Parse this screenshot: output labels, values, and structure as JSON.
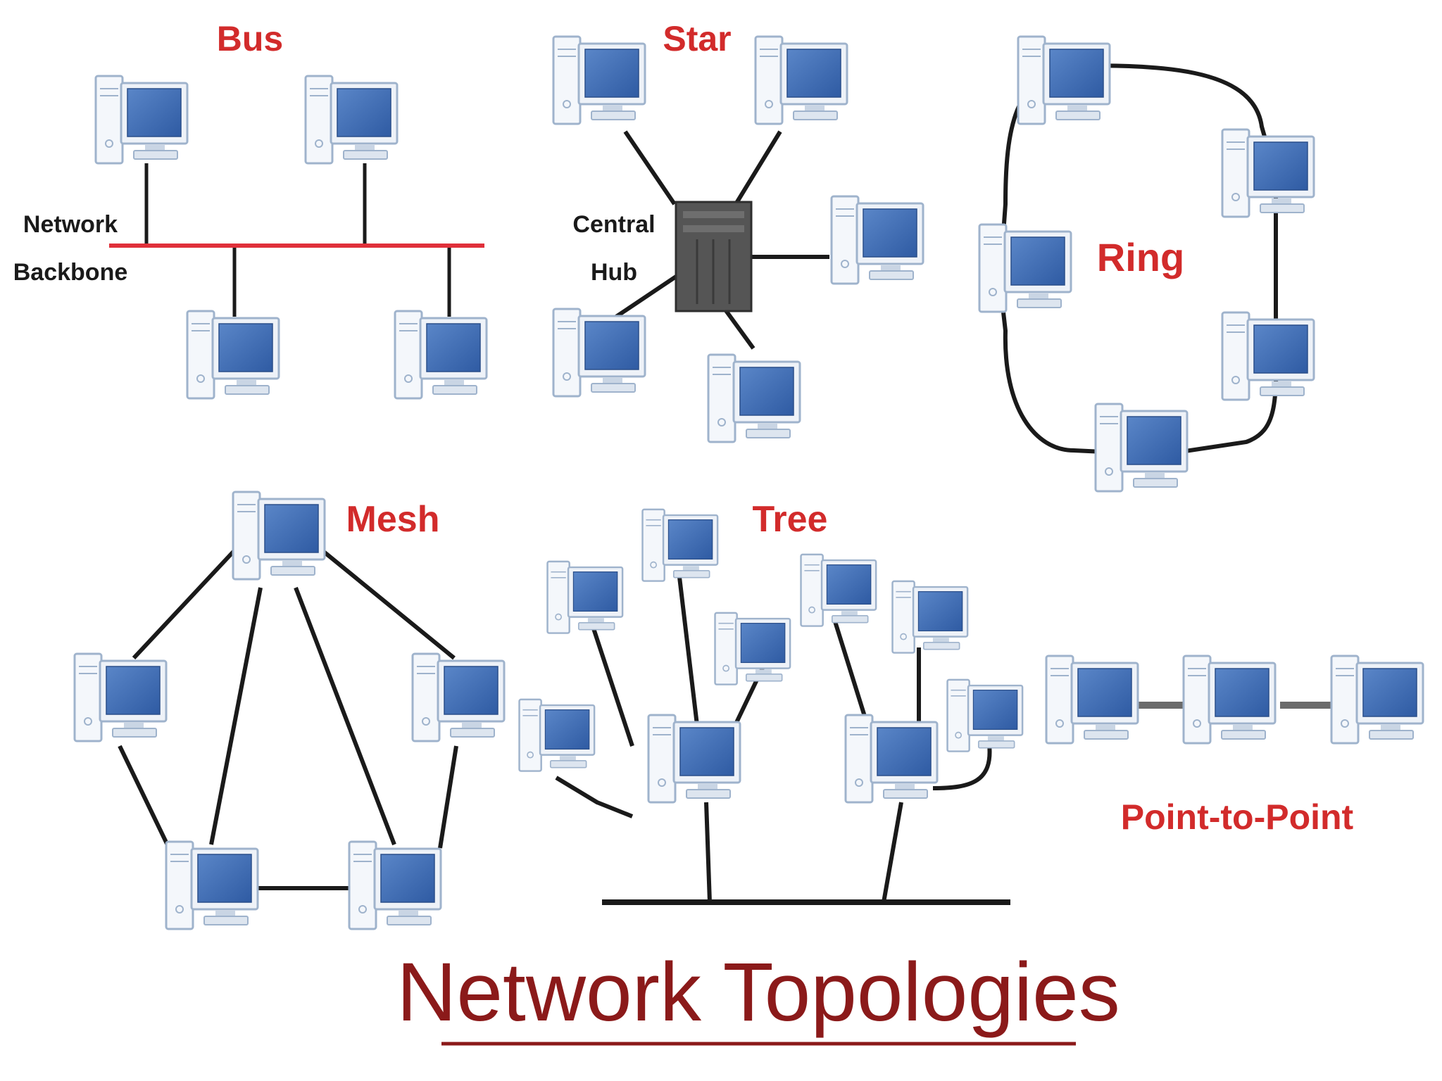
{
  "title": "Network Topologies",
  "topologies": {
    "bus": {
      "label": "Bus",
      "backbone_label_1": "Network",
      "backbone_label_2": "Backbone"
    },
    "star": {
      "label": "Star",
      "hub_label_1": "Central",
      "hub_label_2": "Hub"
    },
    "ring": {
      "label": "Ring"
    },
    "mesh": {
      "label": "Mesh"
    },
    "tree": {
      "label": "Tree"
    },
    "point_to_point": {
      "label": "Point-to-Point"
    }
  },
  "colors": {
    "label_red": "#d22b2b",
    "title_dark_red": "#8b1a1a",
    "bus_line": "#e0303a",
    "cable": "#1a1a1a",
    "ptp_cable": "#6b6b6b",
    "screen_blue": "#3d6cb4",
    "hub_gray": "#555555"
  },
  "icons": {
    "computer": "desktop-computer-icon",
    "hub": "network-hub-icon"
  }
}
